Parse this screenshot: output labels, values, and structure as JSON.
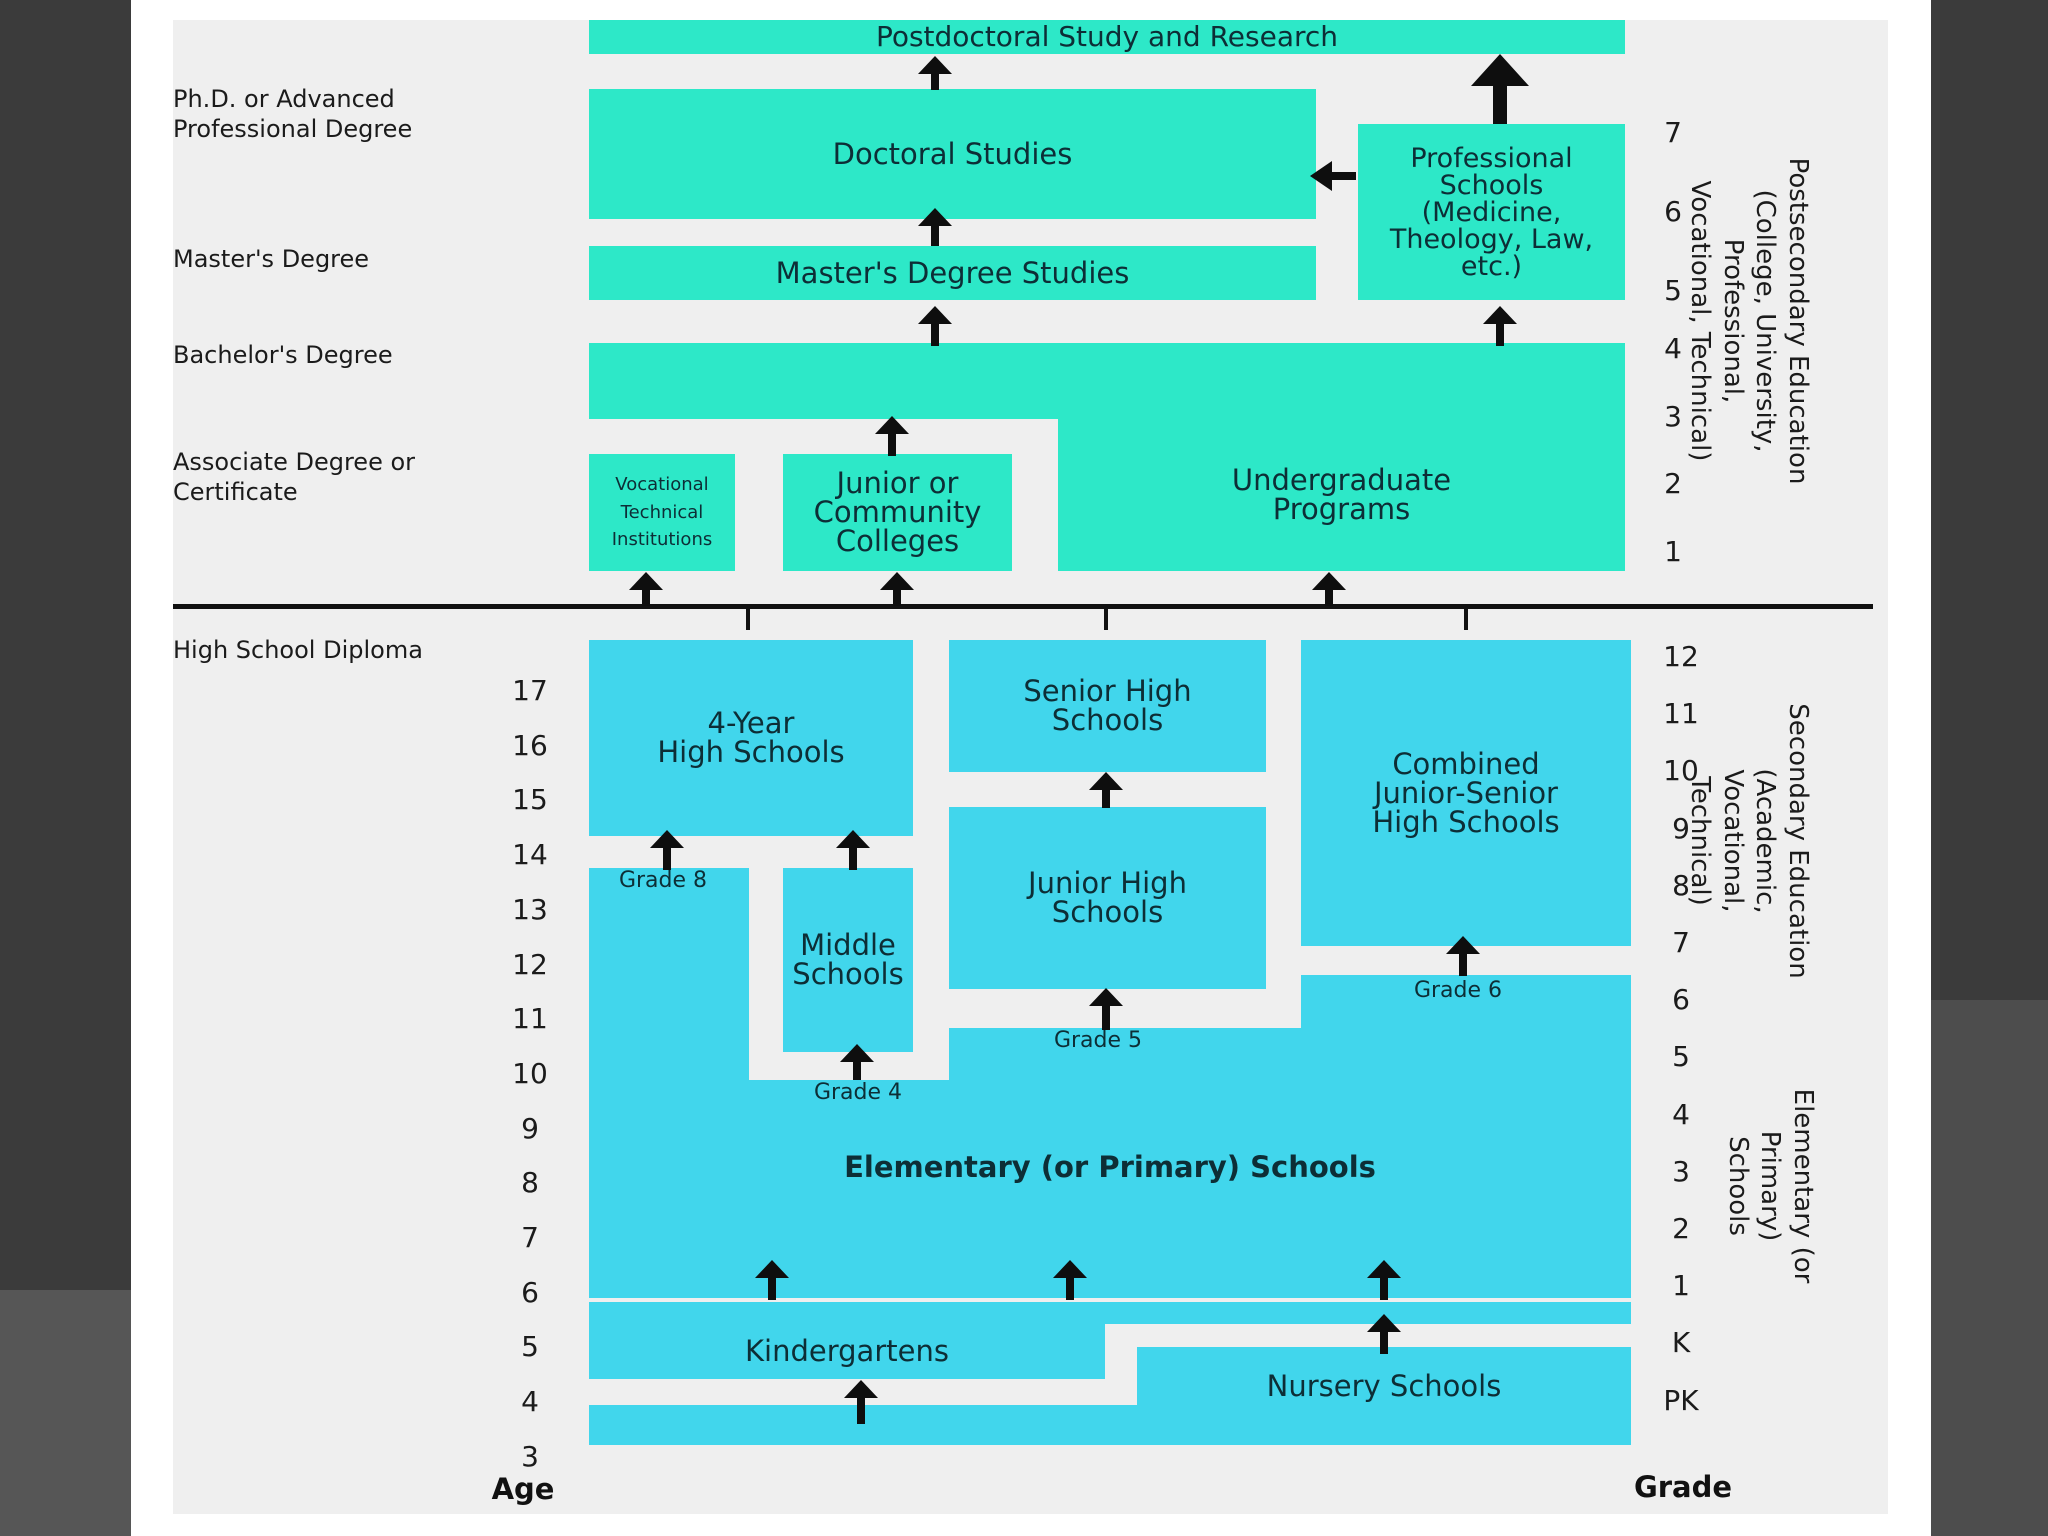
{
  "diagram": {
    "postsecondary": {
      "postdoc": "Postdoctoral Study and Research",
      "doctoral": "Doctoral Studies",
      "masters": "Master's Degree Studies",
      "professional": "Professional\nSchools\n(Medicine,\nTheology, Law,\netc.)",
      "vocational": "Vocational\nTechnical\nInstitutions",
      "junior_college": "Junior or\nCommunity\nColleges",
      "undergrad": "Undergraduate\nPrograms"
    },
    "secondary": {
      "four_year": "4-Year\nHigh Schools",
      "senior_high": "Senior High\nSchools",
      "combined": "Combined\nJunior-Senior\nHigh Schools",
      "junior_high": "Junior High\nSchools",
      "middle": "Middle\nSchools"
    },
    "elementary": {
      "elementary": "Elementary (or Primary) Schools",
      "kindergartens": "Kindergartens",
      "nursery": "Nursery Schools"
    },
    "grade_labels": {
      "grade8": "Grade 8",
      "grade4": "Grade 4",
      "grade5": "Grade 5",
      "grade6": "Grade 6"
    },
    "degree_labels": {
      "phd": "Ph.D. or Advanced\nProfessional Degree",
      "masters": "Master's Degree",
      "bachelors": "Bachelor's Degree",
      "associate": "Associate Degree or\nCertificate",
      "diploma": "High School Diploma"
    },
    "ages": [
      "17",
      "16",
      "15",
      "14",
      "13",
      "12",
      "11",
      "10",
      "9",
      "8",
      "7",
      "6",
      "5",
      "4",
      "3"
    ],
    "grades_secondary": [
      "12",
      "11",
      "10",
      "9",
      "8",
      "7",
      "6",
      "5",
      "4",
      "3",
      "2",
      "1",
      "K",
      "PK"
    ],
    "years_postsecondary": [
      "7",
      "6",
      "5",
      "4",
      "3",
      "2",
      "1"
    ],
    "axis": {
      "age": "Age",
      "grade": "Grade"
    },
    "side_labels": {
      "postsecondary": "Postsecondary Education\n(College, University, Professional,\nVocational, Technical)",
      "secondary": "Secondary Education\n(Academic, Vocational,\nTechnical)",
      "elementary": "Elementary (or Primary)\nSchools"
    },
    "colors": {
      "postsecondary": "#2de8c8",
      "school": "#41d6ec",
      "arrow": "#0e0e0e"
    }
  }
}
